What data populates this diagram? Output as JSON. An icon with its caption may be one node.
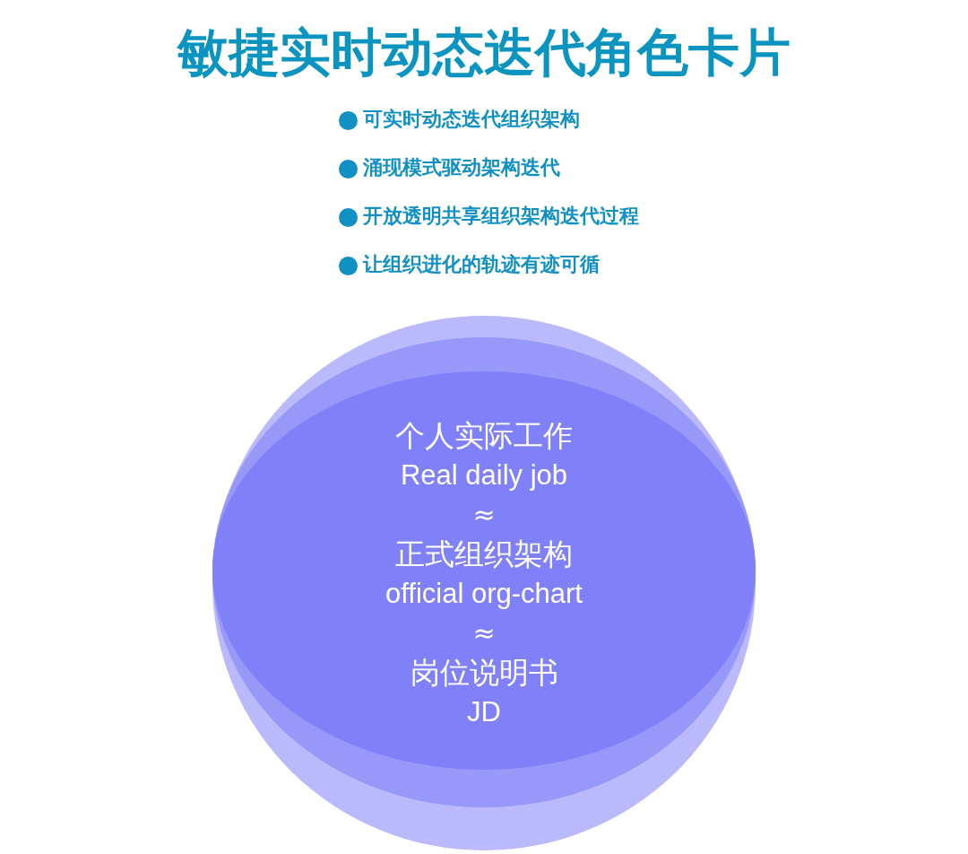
{
  "diagram": {
    "title": "敏捷实时动态迭代角色卡片",
    "nodes": [
      {
        "text": [
          "个人实际工作",
          "Real daily job",
          "≈",
          "正式组织架构",
          "official org-chart",
          "≈",
          "岗位说明书",
          "JD"
        ]
      }
    ],
    "labels": [
      "可实时动态迭代组织架构",
      "涌现模式驱动架构迭代",
      "开放透明共享组织架构迭代过程",
      "让组织进化的轨迹有迹可循"
    ]
  }
}
